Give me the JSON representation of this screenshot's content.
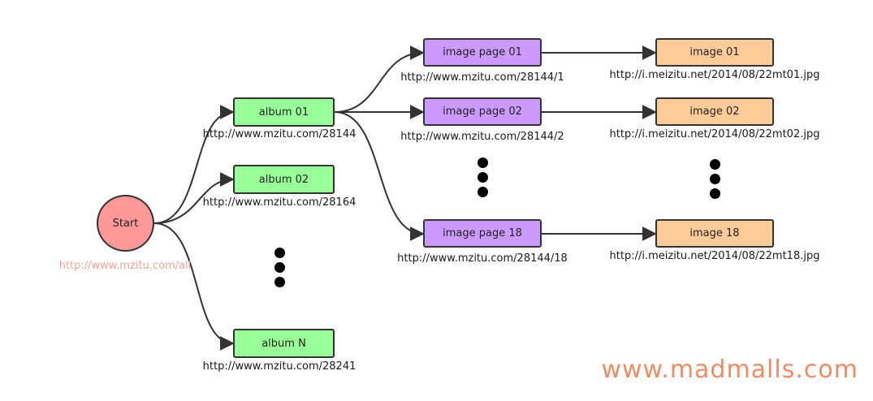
{
  "colors": {
    "start": "#ff9999",
    "album": "#99ff99",
    "image_page": "#cc99ff",
    "image": "#ffcc99",
    "start_url": "#f5a39a",
    "watermark": "#f08c64",
    "stroke": "#333333"
  },
  "start": {
    "label": "Start",
    "url": "http://www.mzitu.com/all"
  },
  "albums": [
    {
      "label": "album 01",
      "url": "http://www.mzitu.com/28144"
    },
    {
      "label": "album 02",
      "url": "http://www.mzitu.com/28164"
    },
    {
      "label": "album N",
      "url": "http://www.mzitu.com/28241"
    }
  ],
  "image_pages": [
    {
      "label": "image page 01",
      "url": "http://www.mzitu.com/28144/1"
    },
    {
      "label": "image page 02",
      "url": "http://www.mzitu.com/28144/2"
    },
    {
      "label": "image page 18",
      "url": "http://www.mzitu.com/28144/18"
    }
  ],
  "images": [
    {
      "label": "image 01",
      "url": "http://i.meizitu.net/2014/08/22mt01.jpg"
    },
    {
      "label": "image 02",
      "url": "http://i.meizitu.net/2014/08/22mt02.jpg"
    },
    {
      "label": "image 18",
      "url": "http://i.meizitu.net/2014/08/22mt18.jpg"
    }
  ],
  "watermark": "www.madmalls.com"
}
